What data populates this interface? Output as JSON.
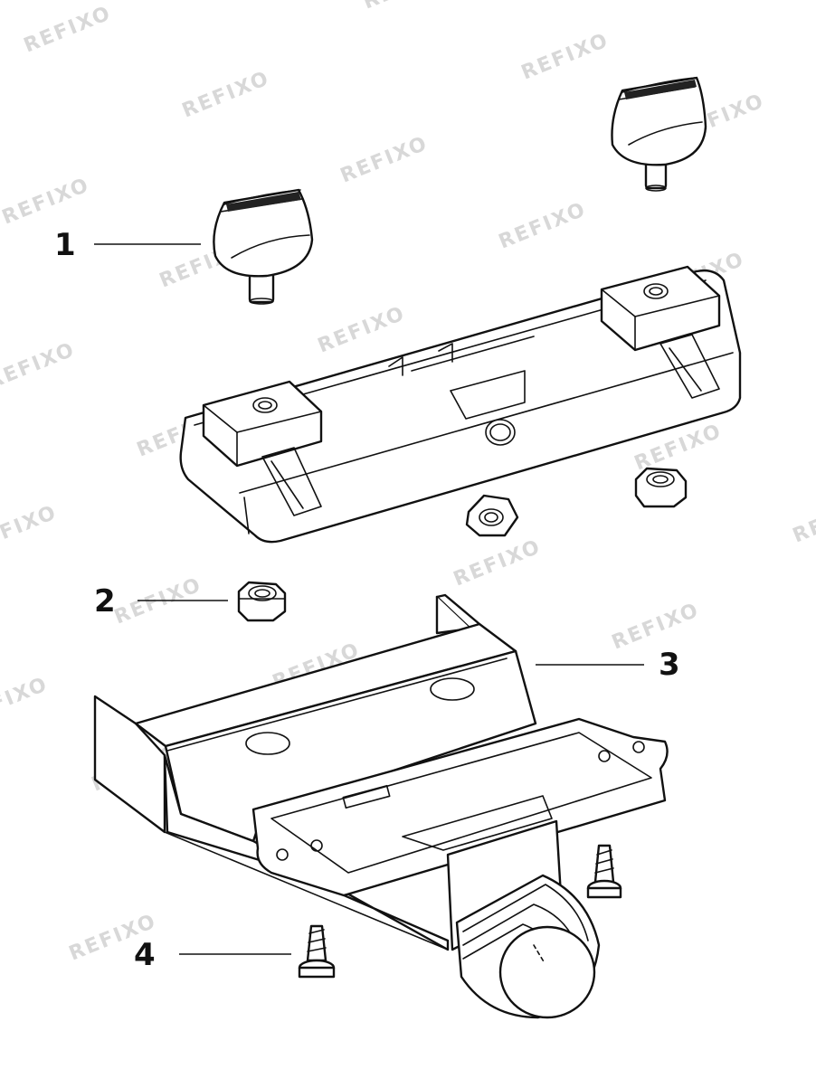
{
  "watermark": {
    "text": "REFIXO"
  },
  "callouts": [
    {
      "id": "1",
      "label": "1",
      "part": "knob"
    },
    {
      "id": "2",
      "label": "2",
      "part": "hex-nut"
    },
    {
      "id": "3",
      "label": "3",
      "part": "bracket-housing"
    },
    {
      "id": "4",
      "label": "4",
      "part": "screw"
    }
  ],
  "colors": {
    "line": "#111111",
    "watermark": "#d8d8d8",
    "background": "#ffffff"
  }
}
